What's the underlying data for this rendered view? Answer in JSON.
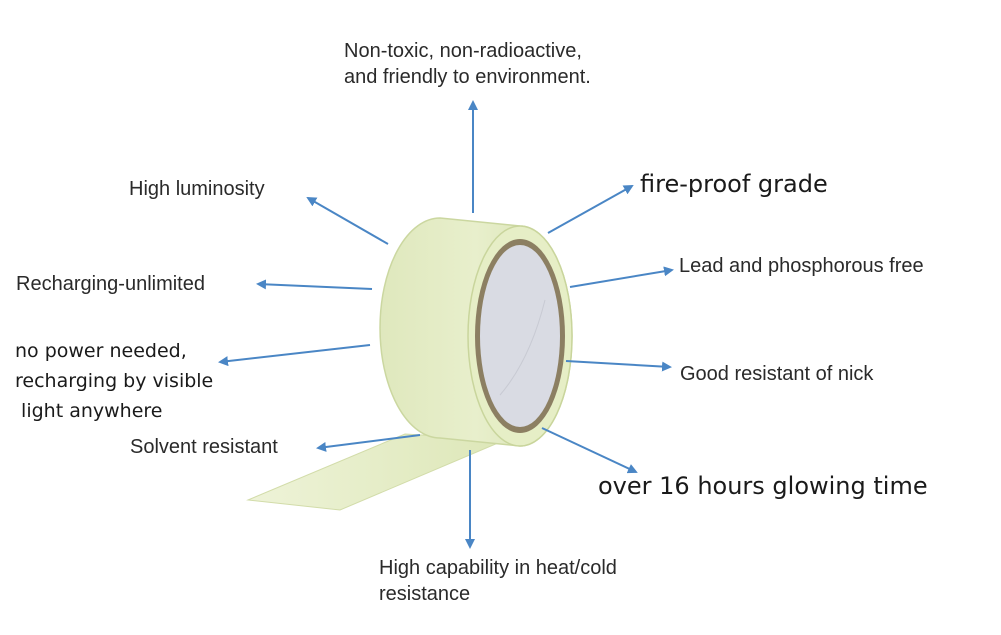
{
  "colors": {
    "arrow": "#4a86c5",
    "tape_body": "#e3ebc3",
    "tape_edge": "#cbd7a0",
    "core_face": "#d9dbe3",
    "core_ring": "#8c7f62",
    "strip": "#e6edcb"
  },
  "labels": {
    "non_toxic": [
      "Non-toxic, non-radioactive,",
      "and friendly to environment."
    ],
    "fire_proof": "fire-proof grade",
    "high_luminosity": "High luminosity",
    "lead_free": "Lead and phosphorous free",
    "recharging_unlimited": "Recharging-unlimited",
    "no_power": [
      "no power needed,",
      "recharging by visible",
      " light anywhere"
    ],
    "good_resistant": "Good resistant of nick",
    "solvent_resistant": "Solvent resistant",
    "glowing_time": "over 16 hours glowing time",
    "heat_cold": [
      "High capability in heat/cold",
      "resistance"
    ]
  }
}
